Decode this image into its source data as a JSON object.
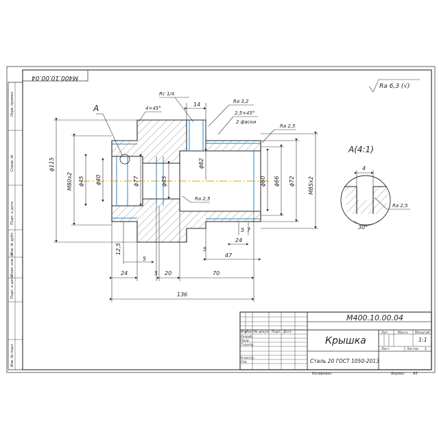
{
  "drawing": {
    "top_stamp": "М400.10.00.04",
    "roughness_general": "Ra 6,3 (√)",
    "view_a_label": "A",
    "detail_label": "A(4:1)",
    "notes": {
      "thread_pipe": "Rc 1/4",
      "chamfer_small": "4×45°",
      "chamfer_big": "2,5×45°",
      "chamfer_count": "2 фаски",
      "ra_32": "Ra 3,2",
      "ra_25_a": "Ra 2,5",
      "ra_25_b": "Ra 2,5",
      "ra_25_c": "Ra 2,5"
    },
    "dimensions": {
      "d115": "ϕ115",
      "m80": "М80х2",
      "d45_a": "ϕ45",
      "d40": "ϕ40",
      "d77": "ϕ77",
      "d45_b": "ϕ45",
      "d82": "ϕ82",
      "d60": "ϕ60",
      "d66": "ϕ66",
      "d72": "ϕ72",
      "m85": "М85х2",
      "top14": "14",
      "d5a": "5",
      "d7": "7",
      "d24a": "24",
      "d5b": "5",
      "d47": "47",
      "d12_5": "12,5",
      "d5c": "5",
      "d24b": "24",
      "d5d": "5",
      "d20": "20",
      "d70": "70",
      "d136": "136",
      "detail_4": "4",
      "detail_30": "30°"
    }
  },
  "side_strip": {
    "labels": [
      "Перв. примен.",
      "Справ. №",
      "Подп. и дата",
      "Инв. № дубл.",
      "Взам. инв. №",
      "Подп. и дата",
      "Инв. № подл."
    ]
  },
  "title_block": {
    "designation": "М400.10.00.04",
    "part_name": "Крышка",
    "material": "Сталь 20  ГОСТ 1050-2013",
    "col_headers": [
      "Изм",
      "Лист",
      "№ докум.",
      "Подп.",
      "Дата"
    ],
    "rows": [
      "Разраб.",
      "Пров.",
      "Т.контр.",
      "",
      "Н.контр.",
      "Утв."
    ],
    "lit_header": "Лит.",
    "mass_header": "Масса",
    "scale_header": "Масштаб",
    "scale_value": "1:1",
    "sheet_label": "Лист",
    "sheets_label": "Листов",
    "sheets_value": "1",
    "copied": "Копировал",
    "format_label": "Формат",
    "format_value": "А3"
  }
}
